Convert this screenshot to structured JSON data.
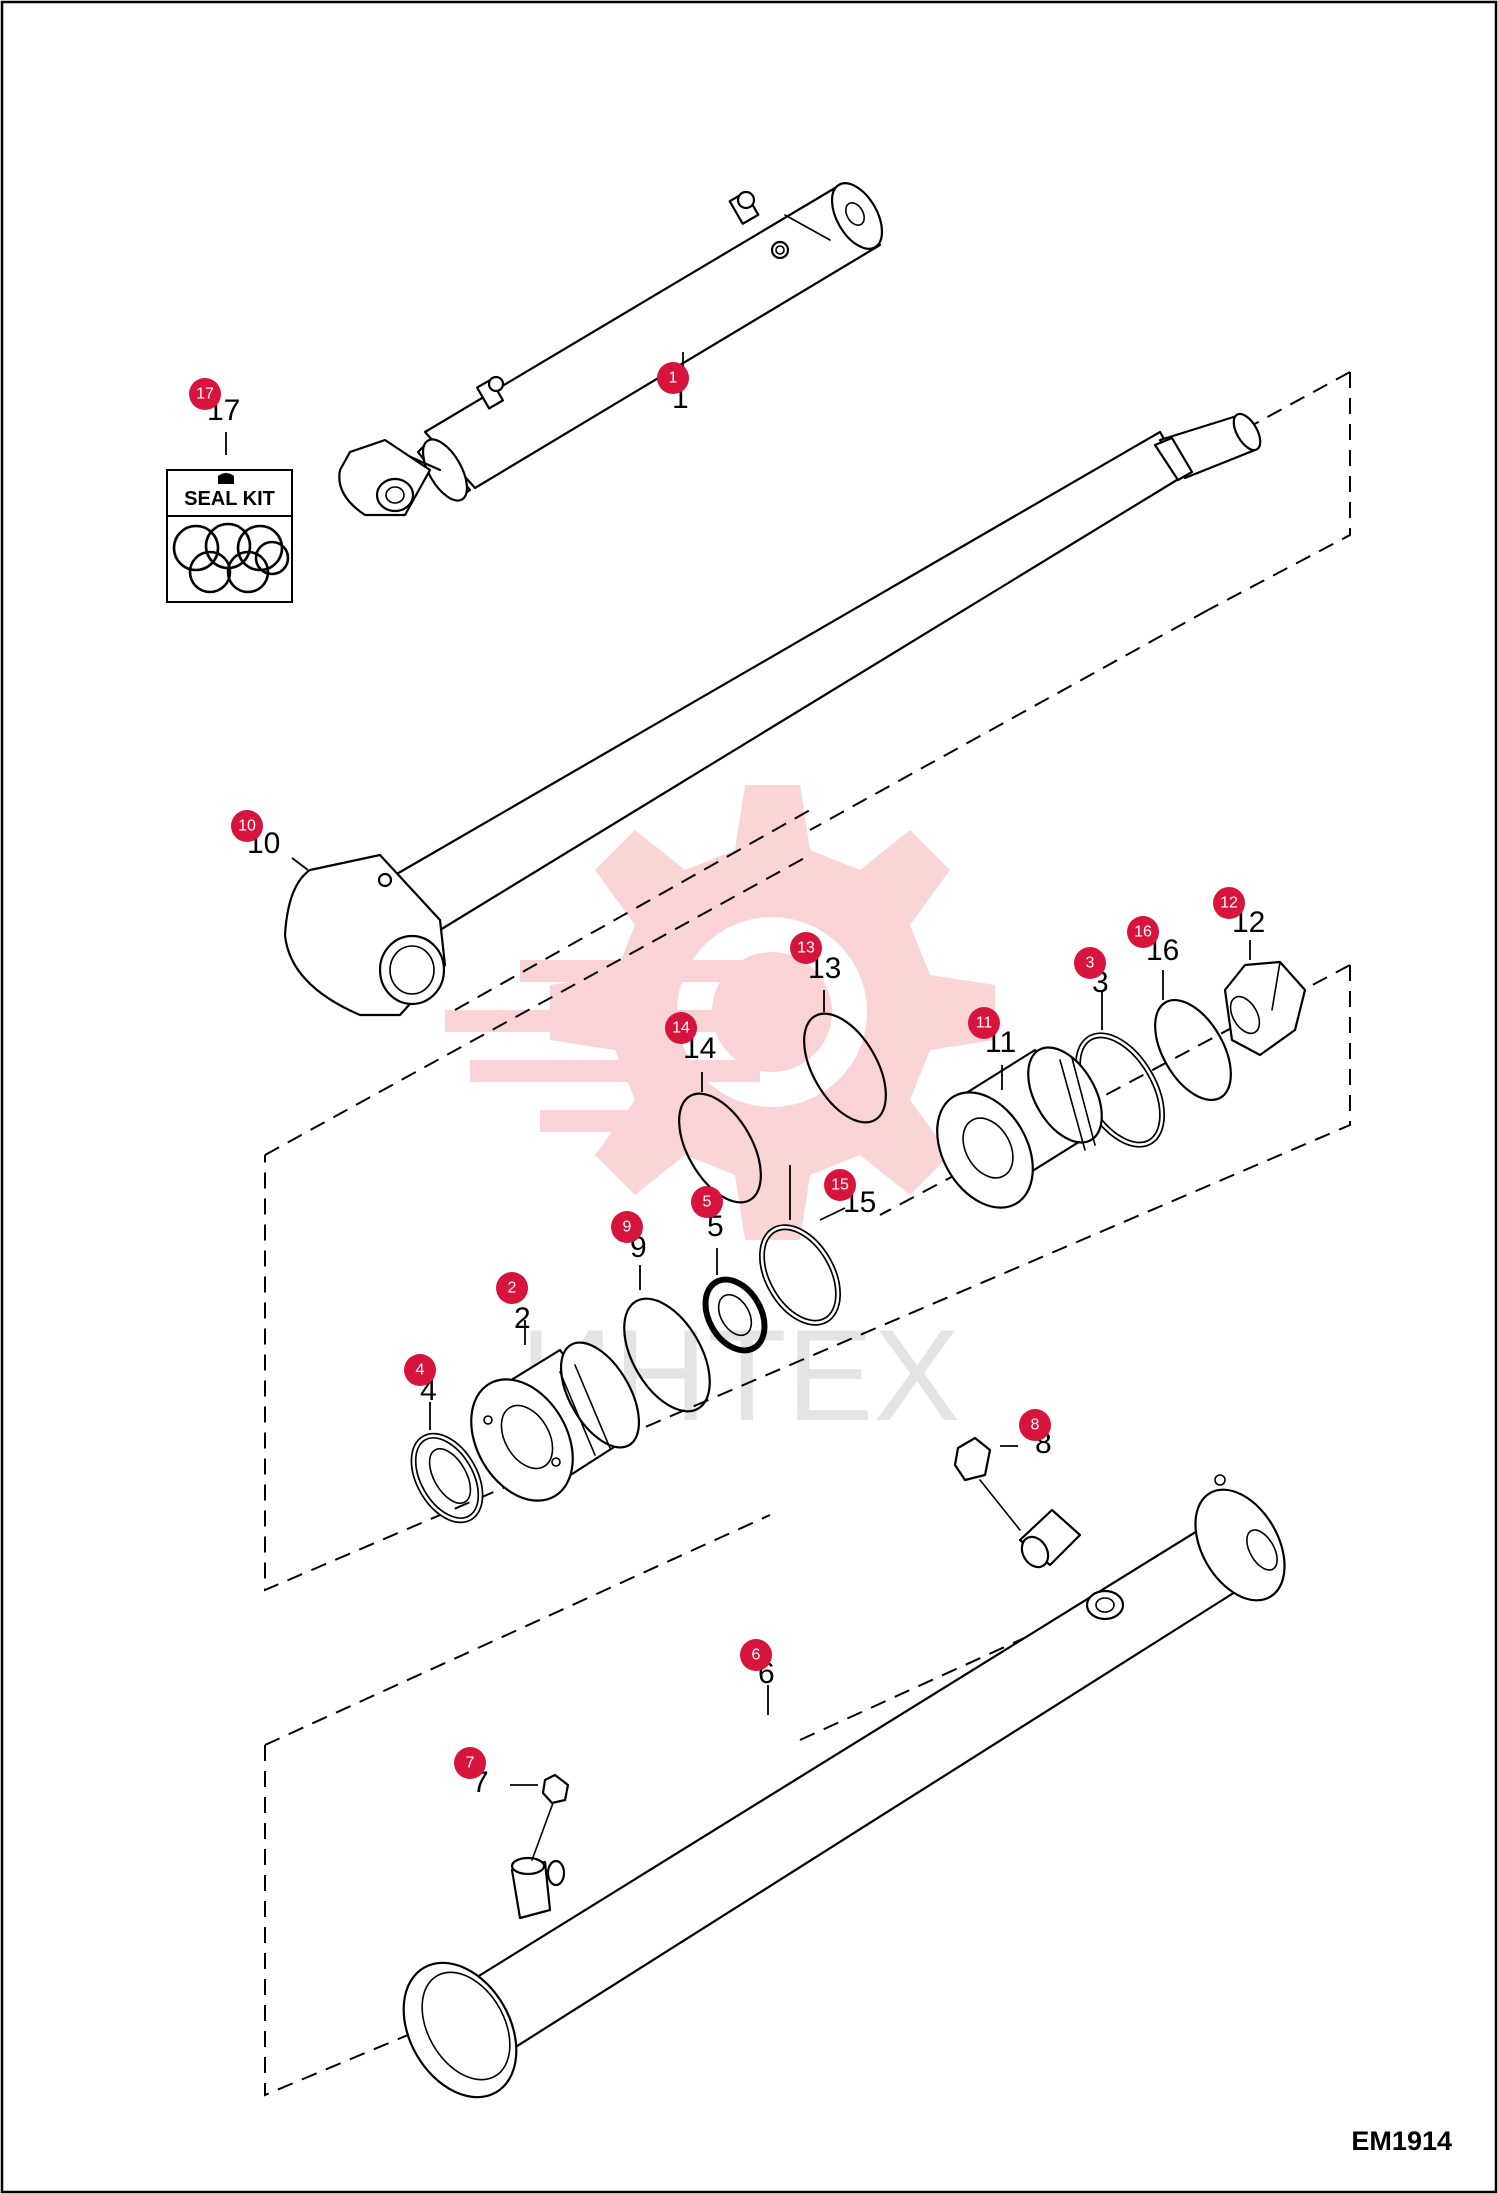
{
  "diagram_code": "EM1914",
  "seal_kit_label": "SEAL KIT",
  "watermark_text": "ИНТЕХ",
  "accent_color": "#d6143c",
  "parts": [
    {
      "id": "p1",
      "label": "1",
      "badge": "1"
    },
    {
      "id": "p2",
      "label": "2",
      "badge": "2"
    },
    {
      "id": "p3",
      "label": "3",
      "badge": "3"
    },
    {
      "id": "p4",
      "label": "4",
      "badge": "4"
    },
    {
      "id": "p5",
      "label": "5",
      "badge": "5"
    },
    {
      "id": "p6",
      "label": "6",
      "badge": "6"
    },
    {
      "id": "p7",
      "label": "7",
      "badge": "7"
    },
    {
      "id": "p8",
      "label": "8",
      "badge": "8"
    },
    {
      "id": "p9",
      "label": "9",
      "badge": "9"
    },
    {
      "id": "p10",
      "label": "10",
      "badge": "10"
    },
    {
      "id": "p11",
      "label": "11",
      "badge": "11"
    },
    {
      "id": "p12",
      "label": "12",
      "badge": "12"
    },
    {
      "id": "p13",
      "label": "13",
      "badge": "13"
    },
    {
      "id": "p14",
      "label": "14",
      "badge": "14"
    },
    {
      "id": "p15",
      "label": "15",
      "badge": "15"
    },
    {
      "id": "p16",
      "label": "16",
      "badge": "16"
    },
    {
      "id": "p17",
      "label": "17",
      "badge": "17"
    }
  ]
}
